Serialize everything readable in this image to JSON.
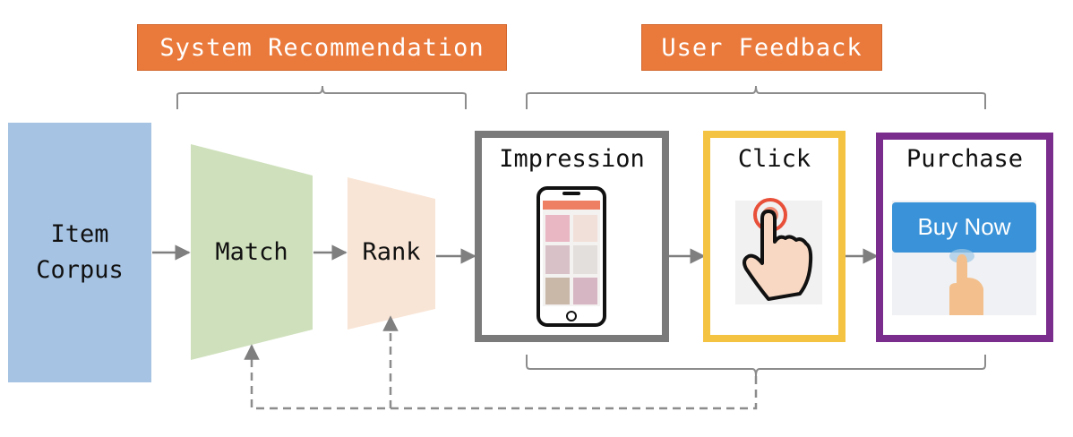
{
  "headers": {
    "system": "System Recommendation",
    "feedback": "User Feedback"
  },
  "stages": {
    "corpus_line1": "Item",
    "corpus_line2": "Corpus",
    "match": "Match",
    "rank": "Rank",
    "impression": "Impression",
    "click": "Click",
    "purchase": "Purchase",
    "buy_now": "Buy Now"
  },
  "colors": {
    "header": "#ea7a3c",
    "corpus": "#a6c3e3",
    "match": "#cfe1bc",
    "rank": "#f9e5d6",
    "impression_border": "#7a7a7a",
    "click_border": "#f5c342",
    "purchase_border": "#7b2d8e",
    "buy_now": "#3a93d8",
    "arrow": "#7f7f7f"
  },
  "icons": [
    "smartphone-icon",
    "tap-hand-icon",
    "buy-now-hand-icon"
  ]
}
